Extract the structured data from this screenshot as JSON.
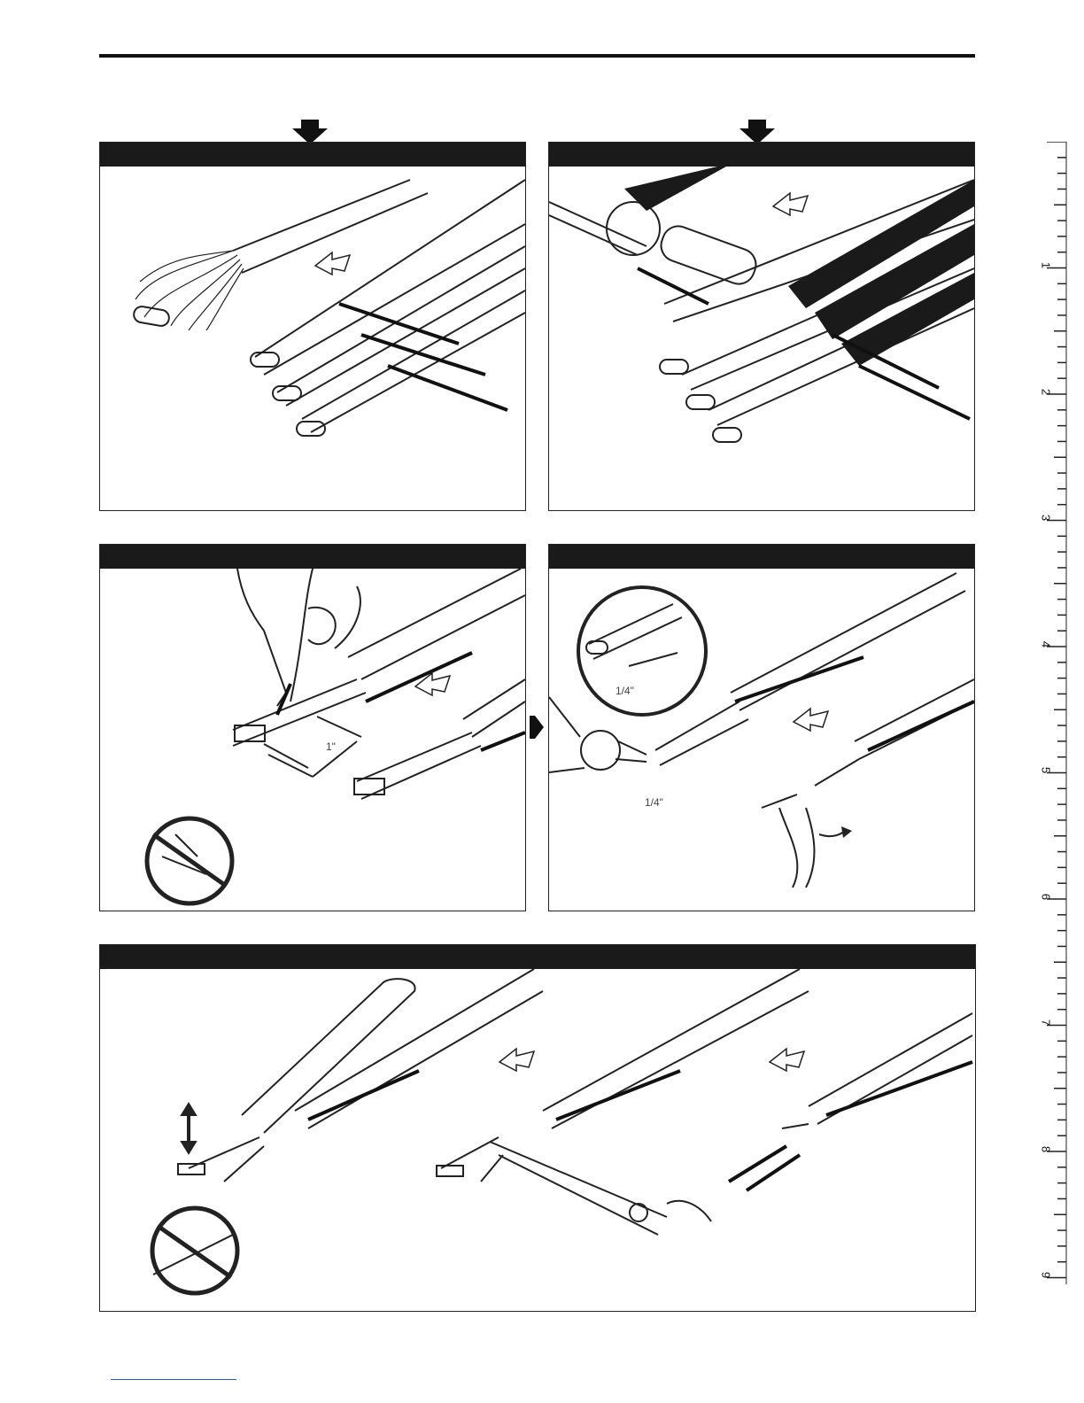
{
  "document": {
    "accent_color": "#1a1a1a",
    "footer_link_color": "#3355cc"
  },
  "panels": [
    {
      "id": "strip-jacket",
      "content": "cable strands fanned out, three ribbon cables with ripcords pulled"
    },
    {
      "id": "screwdriver-tear",
      "content": "screwdriver used to tear shield braid back on ribbon cables"
    },
    {
      "id": "cut-one-inch",
      "content": "knife cutting jacket 1 inch back; prohibited cut symbol"
    },
    {
      "id": "cut-quarter-inch",
      "content": "cutters trimming 1/4 inch, magnified inset"
    },
    {
      "id": "final-strip",
      "content": "stripping tool, pliers and separated conductors; prohibited symbol"
    }
  ],
  "labels": {
    "one_inch": "1\"",
    "quarter_inch_inset": "1/4\"",
    "quarter_inch_main": "1/4\""
  },
  "ruler": {
    "numbers": [
      "1",
      "2",
      "3",
      "4",
      "5",
      "6",
      "7",
      "8",
      "9"
    ]
  }
}
